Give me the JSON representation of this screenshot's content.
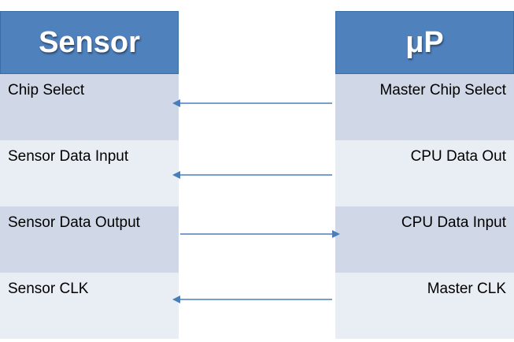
{
  "sensor": {
    "title": "Sensor",
    "rows": [
      "Chip Select",
      "Sensor Data Input",
      "Sensor Data Output",
      "Sensor CLK"
    ]
  },
  "micro": {
    "title": "μP",
    "rows": [
      "Master Chip Select",
      "CPU Data Out",
      "CPU Data Input",
      "Master CLK"
    ]
  },
  "signals": [
    {
      "from": "Master Chip Select",
      "to": "Chip Select",
      "direction": "to-sensor"
    },
    {
      "from": "CPU Data Out",
      "to": "Sensor Data Input",
      "direction": "to-sensor"
    },
    {
      "from": "Sensor Data Output",
      "to": "CPU Data Input",
      "direction": "to-micro"
    },
    {
      "from": "Master CLK",
      "to": "Sensor CLK",
      "direction": "to-sensor"
    }
  ],
  "colors": {
    "header": "#4f81bd",
    "row_dark": "#d0d8e8",
    "row_light": "#e9edf4",
    "arrow": "#4a7ebb"
  }
}
